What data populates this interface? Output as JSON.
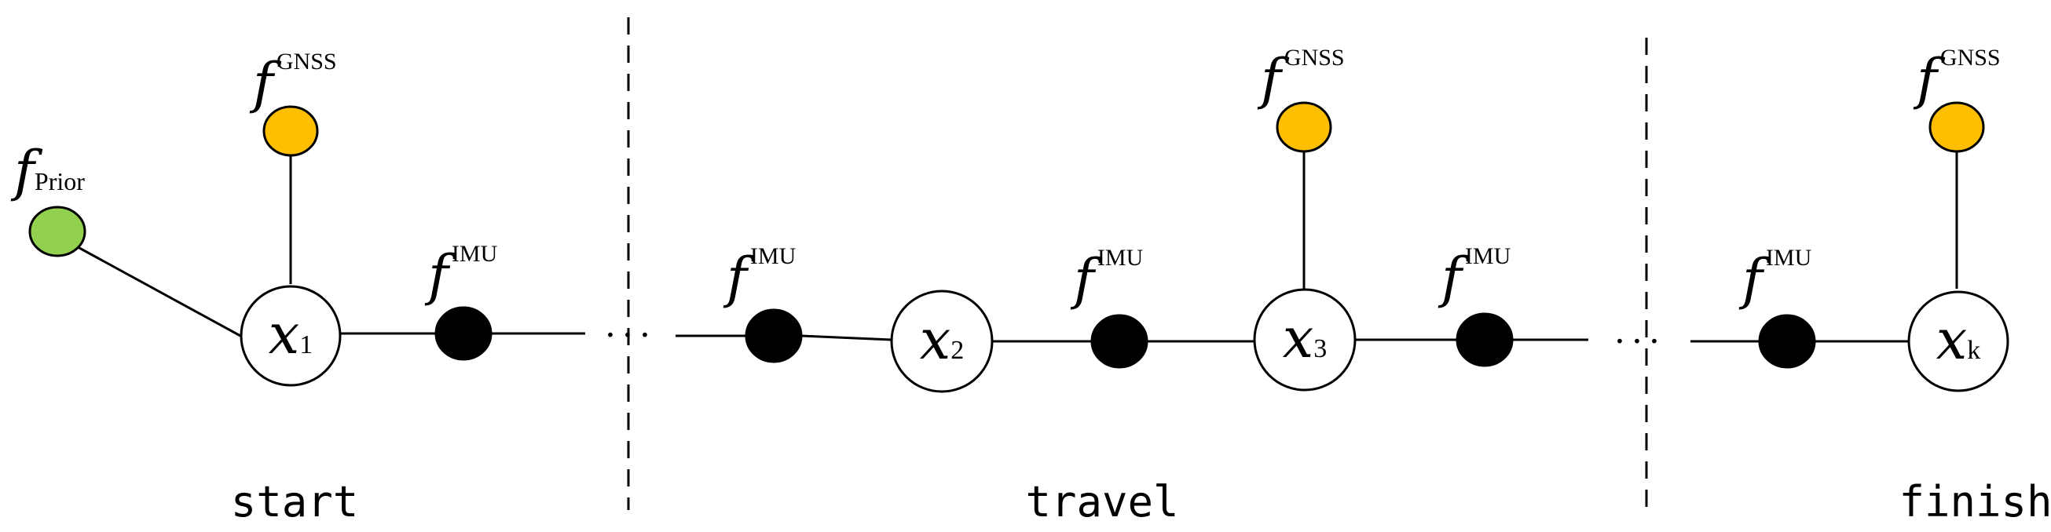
{
  "colors": {
    "gnss": "#FFBF00",
    "prior": "#92D050",
    "imu": "#000000",
    "state": "#FFFFFF"
  },
  "factor_symbol": "f",
  "factor_types": {
    "gnss": "GNSS",
    "imu": "IMU",
    "prior": "Prior"
  },
  "states": [
    {
      "var": "x",
      "sub": "1"
    },
    {
      "var": "x",
      "sub": "2"
    },
    {
      "var": "x",
      "sub": "3"
    },
    {
      "var": "x",
      "sub": "k"
    }
  ],
  "ellipsis": "···",
  "phases": [
    "start",
    "travel",
    "finish"
  ]
}
